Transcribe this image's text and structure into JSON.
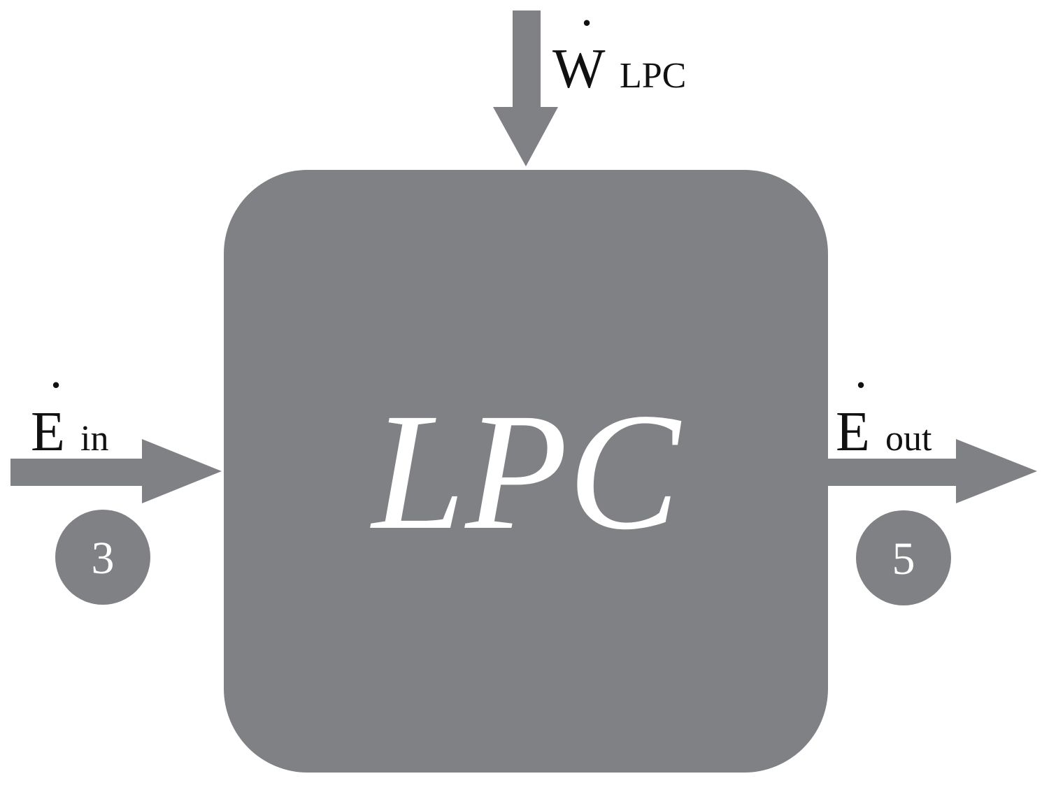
{
  "colors": {
    "shape": "#808184",
    "block_text": "#ffffff",
    "label_text": "#111111",
    "background": "#ffffff"
  },
  "block": {
    "label": "LPC"
  },
  "work_input": {
    "main": "W",
    "dot": "˙",
    "sub": "LPC"
  },
  "energy_in": {
    "main": "E",
    "dot": "˙",
    "sub": "in",
    "port": "3"
  },
  "energy_out": {
    "main": "E",
    "dot": "˙",
    "sub": "out",
    "port": "5"
  }
}
